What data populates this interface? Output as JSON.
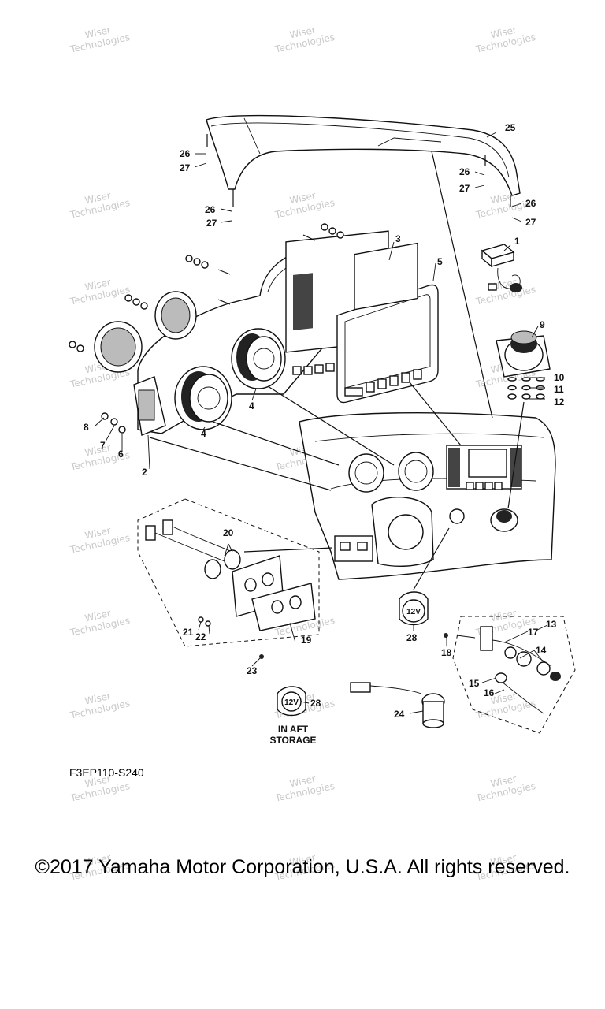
{
  "diagram": {
    "parts": [
      {
        "num": "1"
      },
      {
        "num": "2"
      },
      {
        "num": "3"
      },
      {
        "num": "4"
      },
      {
        "num": "4"
      },
      {
        "num": "5"
      },
      {
        "num": "6"
      },
      {
        "num": "7"
      },
      {
        "num": "8"
      },
      {
        "num": "9"
      },
      {
        "num": "10"
      },
      {
        "num": "11"
      },
      {
        "num": "12"
      },
      {
        "num": "13"
      },
      {
        "num": "14"
      },
      {
        "num": "15"
      },
      {
        "num": "16"
      },
      {
        "num": "17"
      },
      {
        "num": "18"
      },
      {
        "num": "19"
      },
      {
        "num": "20"
      },
      {
        "num": "21"
      },
      {
        "num": "22"
      },
      {
        "num": "23"
      },
      {
        "num": "24"
      },
      {
        "num": "25"
      },
      {
        "num": "26"
      },
      {
        "num": "26"
      },
      {
        "num": "26"
      },
      {
        "num": "26"
      },
      {
        "num": "27"
      },
      {
        "num": "27"
      },
      {
        "num": "27"
      },
      {
        "num": "27"
      },
      {
        "num": "28"
      },
      {
        "num": "28"
      }
    ],
    "socket_label": "12V",
    "aft_storage_line1": "IN AFT",
    "aft_storage_line2": "STORAGE",
    "watermark_line1": "Wiser",
    "watermark_line2": "Technologies"
  },
  "figure_code": "F3EP110-S240",
  "copyright": "©2017 Yamaha Motor Corporation, U.S.A. All rights reserved."
}
